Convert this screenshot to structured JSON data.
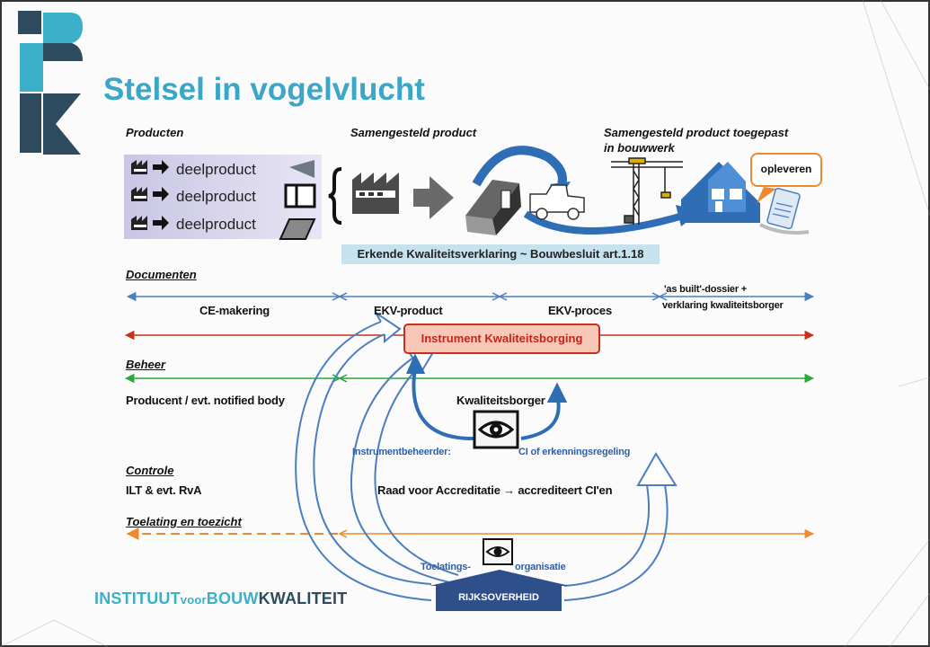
{
  "title": "Stelsel in vogelvlucht",
  "columns": {
    "producten": "Producten",
    "samengesteld": "Samengesteld product",
    "toegepast_line1": "Samengesteld product toegepast",
    "toegepast_line2": "in bouwwerk"
  },
  "deelproducten": [
    "deelproduct",
    "deelproduct",
    "deelproduct"
  ],
  "ekv_banner": "Erkende Kwaliteitsverklaring ~ Bouwbesluit art.1.18",
  "opleveren": "opleveren",
  "sections": {
    "documenten": "Documenten",
    "beheer": "Beheer",
    "controle": "Controle",
    "toelating": "Toelating en toezicht"
  },
  "documenten": {
    "ce": "CE-makering",
    "ekv_product": "EKV-product",
    "ekv_proces": "EKV-proces",
    "as_built_line1": "'as built'-dossier +",
    "as_built_line2": "verklaring kwaliteitsborger"
  },
  "instrument": "Instrument Kwaliteitsborging",
  "beheer": {
    "producent": "Producent / evt. notified body",
    "kwaliteitsborger": "Kwaliteitsborger",
    "instrumentbeheerder": "Instrumentbeheerder:",
    "ci": "CI of erkenningsregeling"
  },
  "controle": {
    "ilt": "ILT & evt. RvA",
    "raad": "Raad voor Accreditatie → accrediteert CI'en"
  },
  "toelating": {
    "left": "Toelatings-",
    "right": "organisatie"
  },
  "rijksoverheid": "RIJKSOVERHEID",
  "footer": {
    "part1": "INSTITUUT",
    "part2": "voor",
    "part3": "BOUW",
    "part4": "KWALITEIT"
  },
  "colors": {
    "title": "#3aa6c8",
    "blue_line": "#4a7fc1",
    "red_line": "#c9301b",
    "green_line": "#2aa83a",
    "orange_line": "#ec8a2d",
    "logo_dark": "#2e4a5e",
    "logo_teal": "#3cb0c9"
  }
}
